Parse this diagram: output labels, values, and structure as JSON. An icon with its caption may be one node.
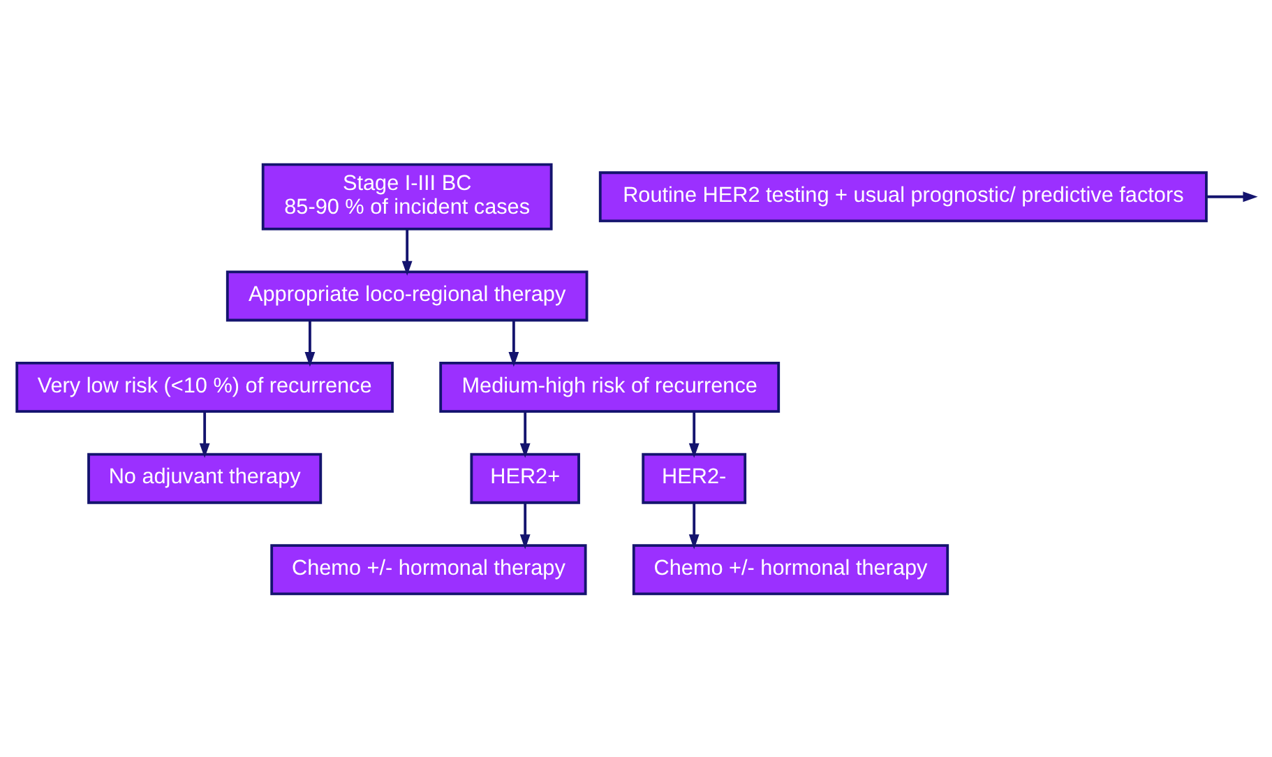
{
  "diagram": {
    "nodes": [
      {
        "text": [
          "Stage I-III BC",
          "85-90 % of incident cases"
        ]
      },
      {
        "text": [
          "Routine HER2 testing + usual prognostic/ predictive factors"
        ]
      },
      {
        "text": [
          "Appropriate loco-regional therapy"
        ]
      },
      {
        "text": [
          "Very low risk (<10 %) of recurrence"
        ]
      },
      {
        "text": [
          "Medium-high risk of recurrence"
        ]
      },
      {
        "text": [
          "No adjuvant therapy"
        ]
      },
      {
        "text": [
          "HER2+"
        ]
      },
      {
        "text": [
          "HER2-"
        ]
      },
      {
        "text": [
          "Chemo +/- hormonal therapy"
        ]
      },
      {
        "text": [
          "Chemo +/- hormonal therapy"
        ]
      }
    ],
    "edges": [
      {
        "from": 0,
        "to": 2,
        "arrow": "to"
      },
      {
        "from": 1,
        "to": null,
        "arrow": "to"
      },
      {
        "from": 2,
        "to": 3,
        "arrow": "to"
      },
      {
        "from": 2,
        "to": 4,
        "arrow": "to"
      },
      {
        "from": 3,
        "to": 5,
        "arrow": "to"
      },
      {
        "from": 4,
        "to": 6,
        "arrow": "to"
      },
      {
        "from": 4,
        "to": 7,
        "arrow": "to"
      },
      {
        "from": 6,
        "to": 8,
        "arrow": "to"
      },
      {
        "from": 7,
        "to": 9,
        "arrow": "to"
      }
    ]
  }
}
